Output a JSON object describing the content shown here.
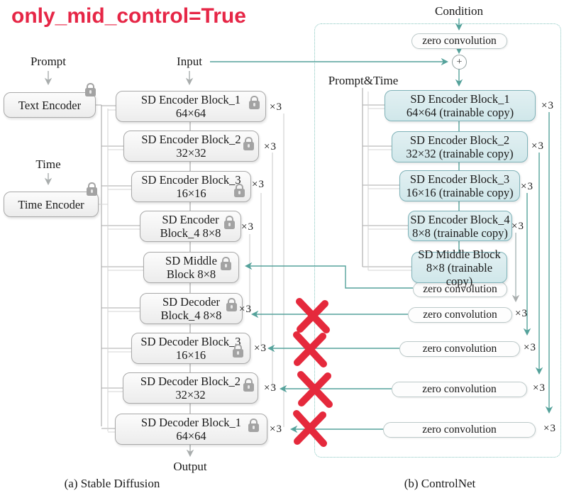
{
  "title": "only_mid_control=True",
  "labels": {
    "prompt": "Prompt",
    "time": "Time",
    "input": "Input",
    "output": "Output",
    "condition": "Condition",
    "prompt_time": "Prompt&Time",
    "plus": "+",
    "times3": "×3"
  },
  "sd": {
    "caption": "(a) Stable Diffusion",
    "text_encoder": "Text Encoder",
    "time_encoder": "Time Encoder",
    "blocks": [
      {
        "name": "SD Encoder Block_1",
        "size": "64×64"
      },
      {
        "name": "SD Encoder Block_2",
        "size": "32×32"
      },
      {
        "name": "SD Encoder Block_3",
        "size": "16×16"
      },
      {
        "name": "SD Encoder",
        "size": "Block_4 8×8"
      },
      {
        "name": "SD Middle",
        "size": "Block 8×8"
      },
      {
        "name": "SD Decoder",
        "size": "Block_4 8×8"
      },
      {
        "name": "SD Decoder Block_3",
        "size": "16×16"
      },
      {
        "name": "SD Decoder Block_2",
        "size": "32×32"
      },
      {
        "name": "SD Decoder Block_1",
        "size": "64×64"
      }
    ]
  },
  "controlnet": {
    "caption": "(b) ControlNet",
    "zero_convolution": "zero convolution",
    "blocks": [
      {
        "name": "SD Encoder Block_1",
        "size": "64×64 (trainable copy)"
      },
      {
        "name": "SD Encoder Block_2",
        "size": "32×32 (trainable copy)"
      },
      {
        "name": "SD Encoder Block_3",
        "size": "16×16 (trainable copy)"
      },
      {
        "name": "SD Encoder Block_4",
        "size": "8×8 (trainable copy)"
      },
      {
        "name": "SD Middle Block",
        "size": "8×8 (trainable copy)"
      }
    ]
  },
  "colors": {
    "accent_red": "#e62646",
    "cross_red": "#e5293c",
    "teal_line": "#55a29b",
    "trainable_fill": "#d8ebed",
    "locked_fill": "#f1f1f1",
    "dashed_border": "#85c5bf"
  }
}
